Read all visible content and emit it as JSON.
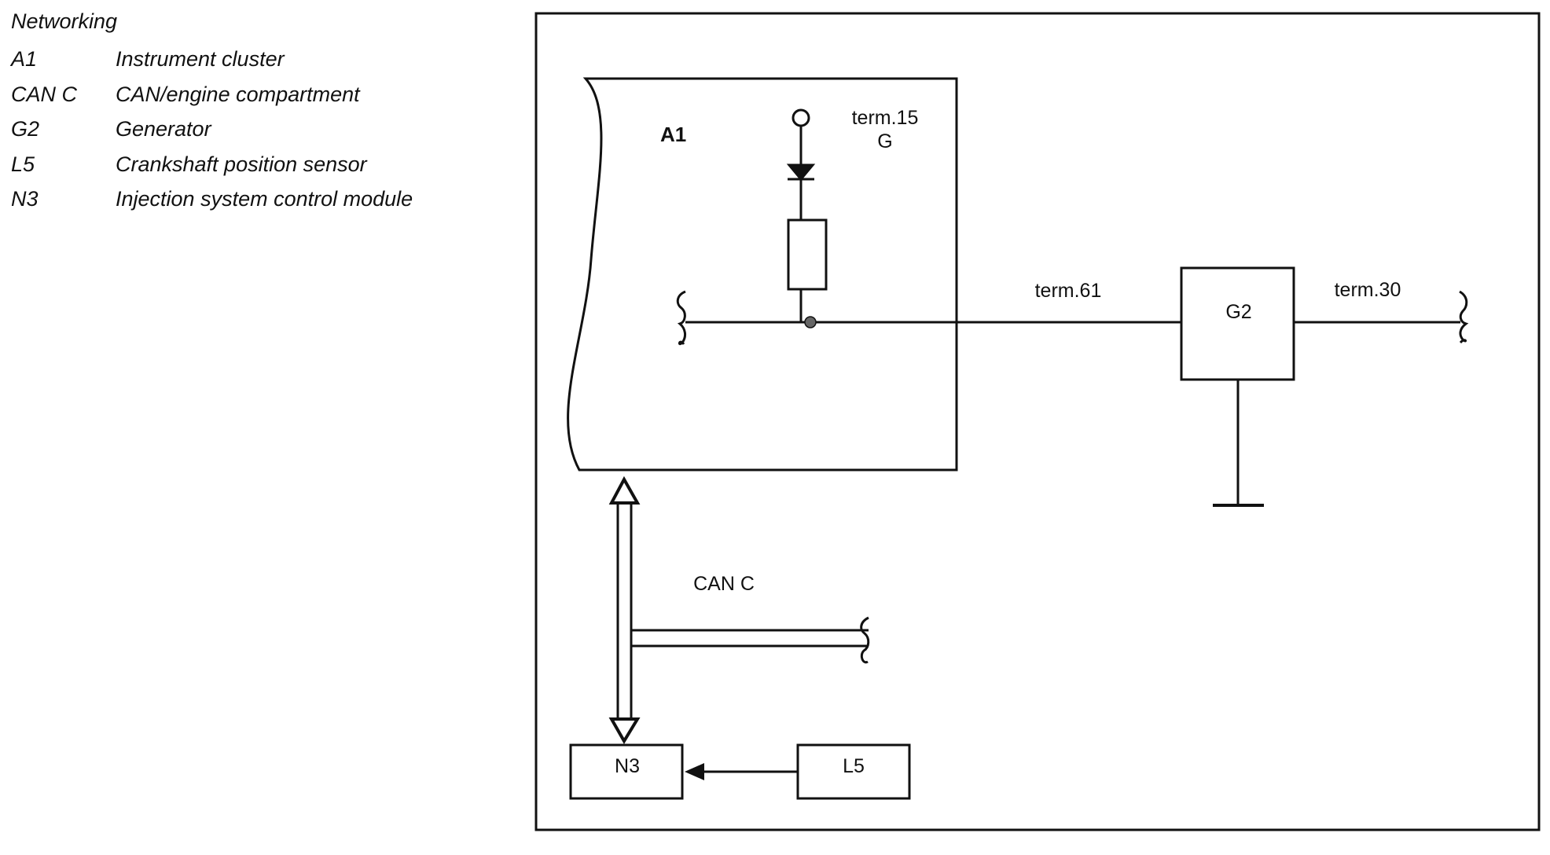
{
  "legend": {
    "title": "Networking",
    "items": [
      {
        "code": "A1",
        "desc": "Instrument cluster"
      },
      {
        "code": "CAN C",
        "desc": "CAN/engine compartment"
      },
      {
        "code": "G2",
        "desc": "Generator"
      },
      {
        "code": "L5",
        "desc": "Crankshaft position sensor"
      },
      {
        "code": "N3",
        "desc": "Injection system control module"
      }
    ]
  },
  "diagram": {
    "a1_label": "A1",
    "term15_line1": "term.15",
    "term15_line2": "G",
    "term61": "term.61",
    "g2_label": "G2",
    "term30": "term.30",
    "can_c_label": "CAN C",
    "n3_label": "N3",
    "l5_label": "L5"
  }
}
